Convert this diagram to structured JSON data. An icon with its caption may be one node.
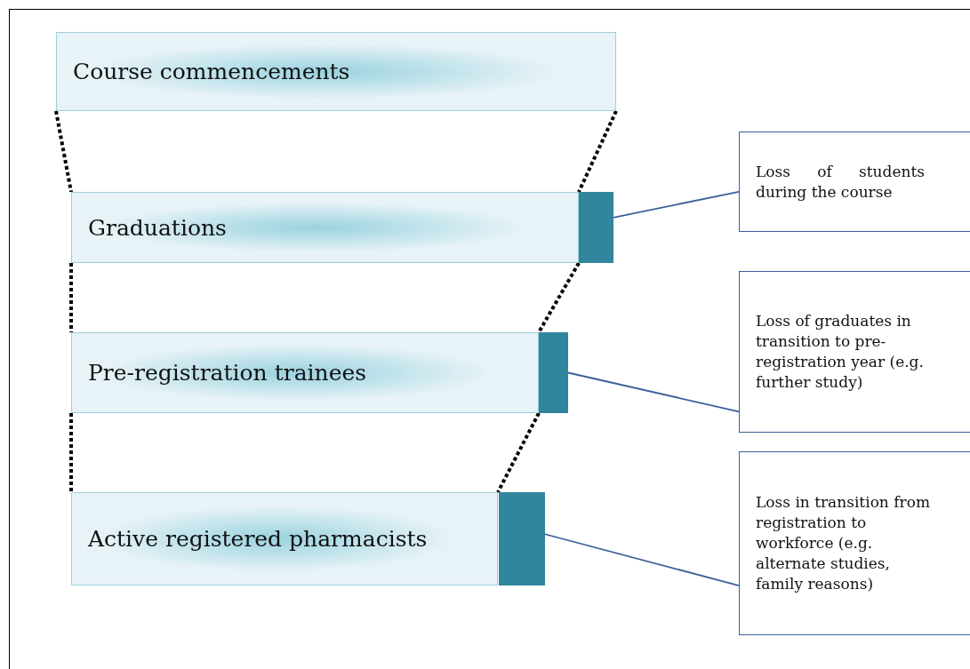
{
  "diagram": {
    "nodes": [
      {
        "text": [
          "Course commencements"
        ]
      },
      {
        "text": [
          "Graduations"
        ]
      },
      {
        "text": [],
        "shape": "bar"
      },
      {
        "text": [
          "Pre-registration trainees"
        ]
      },
      {
        "text": [],
        "shape": "bar"
      },
      {
        "text": [
          "Active registered pharmacists"
        ]
      },
      {
        "text": [],
        "shape": "bar"
      },
      {
        "text": [
          "Loss of students during the course"
        ]
      },
      {
        "text": [
          "Loss of graduates in transition to pre-registration year (e.g. further study)"
        ]
      },
      {
        "text": [
          "Loss in transition from registration to workforce (e.g. alternate studies, family reasons)"
        ]
      }
    ],
    "edges": [
      {
        "from": 0,
        "to": 1,
        "arrow": "none",
        "style": "dashed"
      },
      {
        "from": 0,
        "to": 1,
        "arrow": "none",
        "style": "dashed"
      },
      {
        "from": 1,
        "to": 3,
        "arrow": "none",
        "style": "dashed"
      },
      {
        "from": 1,
        "to": 3,
        "arrow": "none",
        "style": "dashed"
      },
      {
        "from": 3,
        "to": 5,
        "arrow": "none",
        "style": "dashed"
      },
      {
        "from": 3,
        "to": 5,
        "arrow": "none",
        "style": "dashed"
      },
      {
        "from": 7,
        "to": 2,
        "arrow": "none",
        "color": "#3b5f9a"
      },
      {
        "from": 8,
        "to": 4,
        "arrow": "none",
        "color": "#3b5f9a"
      },
      {
        "from": 9,
        "to": 6,
        "arrow": "none",
        "color": "#3b5f9a"
      }
    ]
  }
}
